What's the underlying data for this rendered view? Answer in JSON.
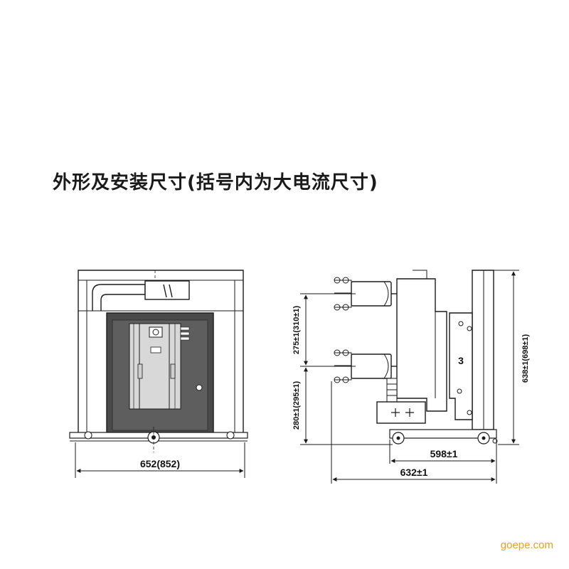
{
  "title": "外形及安装尺寸(括号内为大电流尺寸)",
  "front_view": {
    "width_dim": "652(852)"
  },
  "side_view": {
    "pole_spacing_dim": "275±1(310±1)",
    "lower_height_dim": "280±1(295±1)",
    "total_height_dim": "638±1(698±1)",
    "rail_dim": "598±1",
    "overall_depth_dim": "632±1",
    "panel_number": "3"
  },
  "watermark": "goepe.com",
  "colors": {
    "line": "#1a1a1a",
    "cabinet_fill": "#4a4a4a",
    "watermark": "#e8a020"
  }
}
